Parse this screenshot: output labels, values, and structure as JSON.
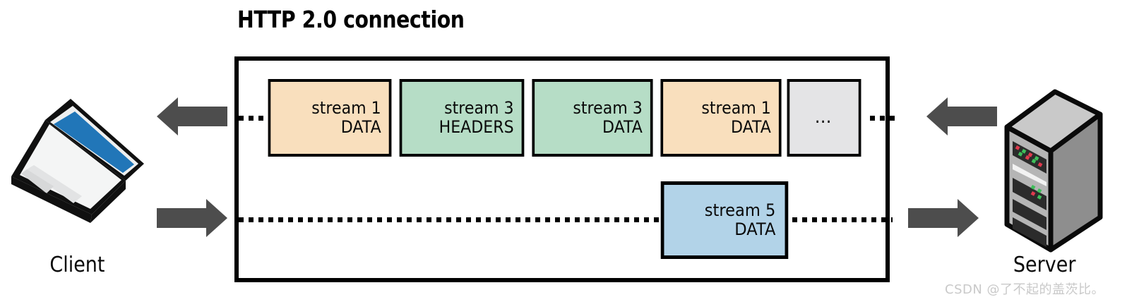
{
  "title": "HTTP 2.0 connection",
  "endpoints": {
    "client": {
      "label": "Client",
      "icon": "laptop-icon",
      "screen_color": "#2176b8"
    },
    "server": {
      "label": "Server",
      "icon": "server-tower-icon",
      "body_color": "#9a9a9a"
    }
  },
  "arrows": {
    "client_inbound": "arrow-left",
    "client_outbound": "arrow-right",
    "server_inbound": "arrow-left",
    "server_outbound": "arrow-right",
    "color": "#4d4d4d"
  },
  "connection": {
    "border_color": "#000000",
    "frames_top": [
      {
        "line1": "stream 1",
        "line2": "DATA",
        "color": "#f9dfbd",
        "kind": "data"
      },
      {
        "line1": "stream 3",
        "line2": "HEADERS",
        "color": "#b6ddc6",
        "kind": "headers"
      },
      {
        "line1": "stream 3",
        "line2": "DATA",
        "color": "#b6ddc6",
        "kind": "data"
      },
      {
        "line1": "stream 1",
        "line2": "DATA",
        "color": "#f9dfbd",
        "kind": "data"
      },
      {
        "line1": "…",
        "line2": "",
        "color": "#e4e4e6",
        "kind": "ellipsis"
      }
    ],
    "frames_bottom": [
      {
        "line1": "stream 5",
        "line2": "DATA",
        "color": "#b2d3e8",
        "kind": "data"
      }
    ]
  },
  "watermark": "CSDN @了不起的盖茨比。"
}
